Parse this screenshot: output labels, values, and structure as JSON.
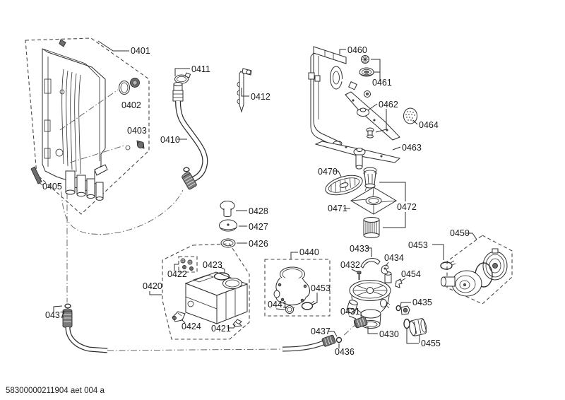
{
  "colors": {
    "line": "#2d2d2d",
    "text": "#1a1a1a",
    "background": "#ffffff",
    "dark_fill": "#6e6e6e"
  },
  "footer": {
    "code": "58300000211904 aet 004 a"
  },
  "parts": {
    "0401": "0401",
    "0402": "0402",
    "0403": "0403",
    "0405": "0405",
    "0410": "0410",
    "0411": "0411",
    "0412": "0412",
    "0420": "0420",
    "0421": "0421",
    "0422": "0422",
    "0423": "0423",
    "0424": "0424",
    "0426": "0426",
    "0427": "0427",
    "0428": "0428",
    "0430": "0430",
    "0431": "0431",
    "0432": "0432",
    "0433": "0433",
    "0434": "0434",
    "0435": "0435",
    "0436": "0436",
    "0437": "0437",
    "0440": "0440",
    "0441": "0441",
    "0450": "0450",
    "0453": "0453",
    "0454": "0454",
    "0455": "0455",
    "0460": "0460",
    "0461": "0461",
    "0462": "0462",
    "0463": "0463",
    "0464": "0464",
    "0470": "0470",
    "0471": "0471",
    "0472": "0472"
  }
}
